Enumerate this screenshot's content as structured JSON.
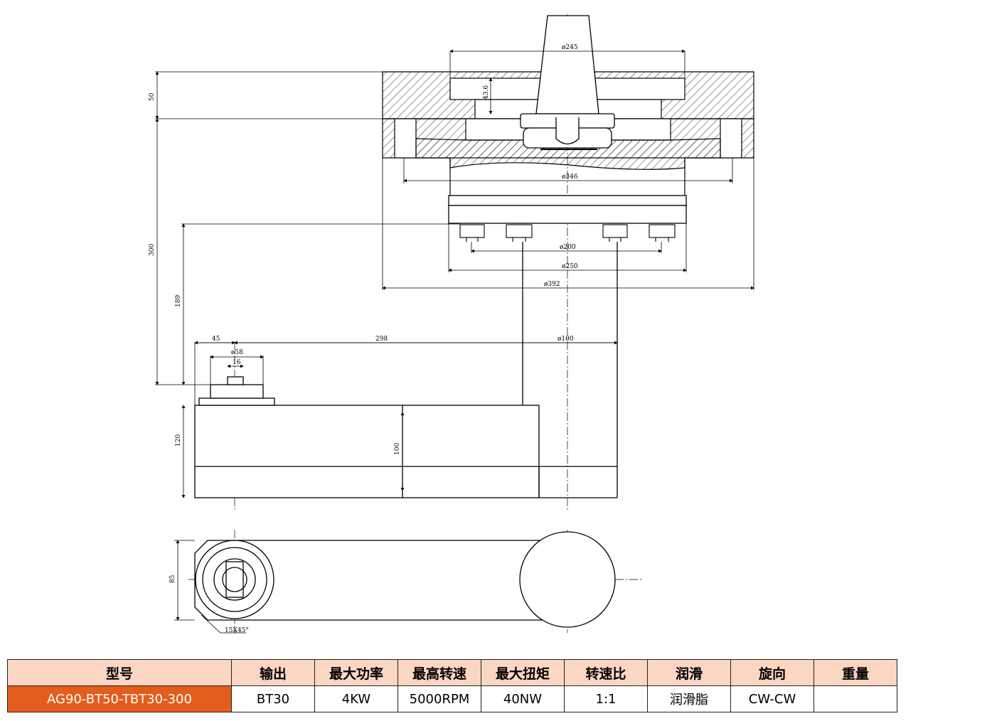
{
  "drawing": {
    "dimensions": {
      "d245": "ø245",
      "d43_6": "43.6",
      "d346": "ø346",
      "d200": "ø200",
      "d250": "ø250",
      "d392": "ø392",
      "d50": "50",
      "d300": "300",
      "d189": "189",
      "d45": "45",
      "d298": "298",
      "d100_dia": "ø100",
      "d58": "ø58",
      "d16": "16",
      "d120": "120",
      "d100": "100",
      "d85": "85",
      "chamfer": "15X45°"
    }
  },
  "spec_table": {
    "headers": [
      "型号",
      "输出",
      "最大功率",
      "最高转速",
      "最大扭矩",
      "转速比",
      "润滑",
      "旋向",
      "重量"
    ],
    "row": [
      "AG90-BT50-TBT30-300",
      "BT30",
      "4KW",
      "5000RPM",
      "40NW",
      "1:1",
      "润滑脂",
      "CW-CW",
      ""
    ],
    "colors": {
      "header_bg": "#fbd6c2",
      "model_bg": "#e35d1c",
      "model_text": "#ffffff"
    }
  }
}
